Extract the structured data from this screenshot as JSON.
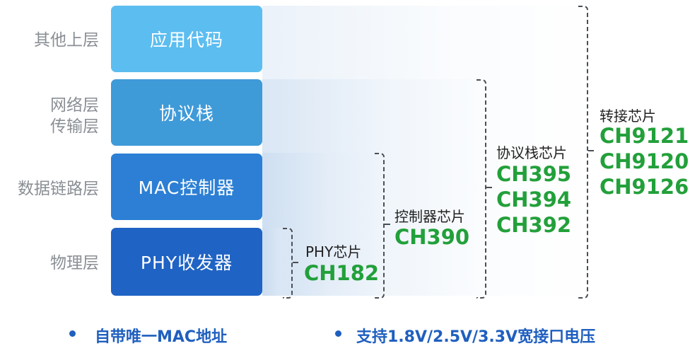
{
  "layers": {
    "other_upper": "其他上层",
    "network_line1": "网络层",
    "network_line2": "传输层",
    "datalink": "数据链路层",
    "physical": "物理层"
  },
  "boxes": {
    "app_code": "应用代码",
    "protocol_stack": "协议栈",
    "mac_controller": "MAC控制器",
    "phy_transceiver": "PHY收发器"
  },
  "chips": {
    "phy": {
      "title": "PHY芯片",
      "models": [
        "CH182"
      ]
    },
    "controller": {
      "title": "控制器芯片",
      "models": [
        "CH390"
      ]
    },
    "stack": {
      "title": "协议栈芯片",
      "models": [
        "CH395",
        "CH394",
        "CH392"
      ]
    },
    "converter": {
      "title": "转接芯片",
      "models": [
        "CH9121",
        "CH9120",
        "CH9126"
      ]
    }
  },
  "features": [
    "自带唯一MAC地址",
    "支持1.8V/2.5V/3.3V宽接口电压"
  ],
  "colors": {
    "box_app": "#5cbdf0",
    "box_stack": "#3f9ad8",
    "box_mac": "#2c7fd4",
    "box_phy": "#1f63c4",
    "model_green": "#22a03a",
    "feature_blue": "#1f5fbf"
  }
}
